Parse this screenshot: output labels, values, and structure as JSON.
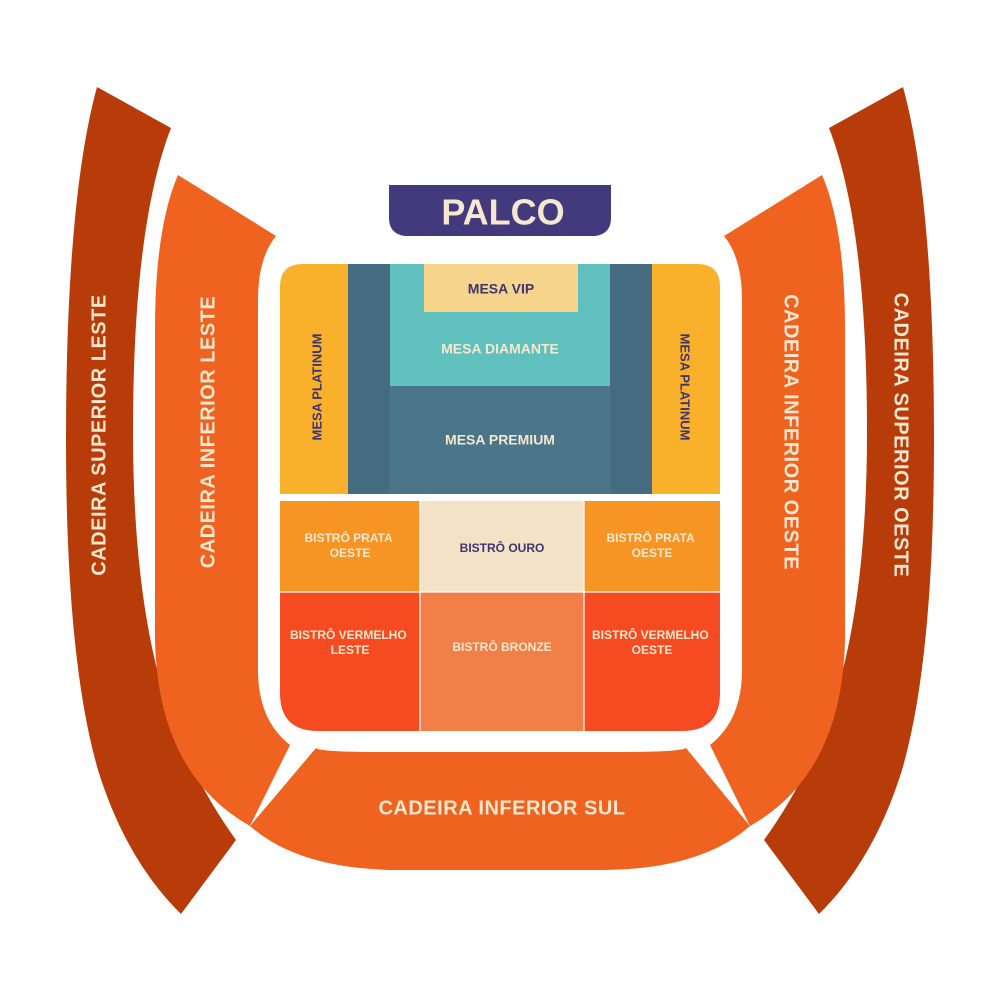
{
  "stage": {
    "label": "PALCO",
    "color": "#433a7e",
    "text_color": "#f6e7cf"
  },
  "sectors": {
    "cadeira_superior_leste": {
      "label": "CADEIRA SUPERIOR LESTE",
      "color": "#b83c0a"
    },
    "cadeira_superior_oeste": {
      "label": "CADEIRA SUPERIOR OESTE",
      "color": "#b83c0a"
    },
    "cadeira_inferior_leste": {
      "label": "CADEIRA INFERIOR LESTE",
      "color": "#f0621f"
    },
    "cadeira_inferior_oeste": {
      "label": "CADEIRA INFERIOR OESTE",
      "color": "#f0621f"
    },
    "cadeira_inferior_sul": {
      "label": "CADEIRA INFERIOR SUL",
      "color": "#f0621f"
    },
    "mesa_vip": {
      "label": "MESA VIP",
      "color": "#f7d48b"
    },
    "mesa_diamante": {
      "label": "MESA DIAMANTE",
      "color": "#5fc0bd"
    },
    "mesa_premium": {
      "label": "MESA PREMIUM",
      "color": "#4b7589"
    },
    "mesa_premium_frame": {
      "color": "#456b80"
    },
    "mesa_platinum_leste": {
      "label": "MESA PLATINUM",
      "color": "#f9b02a"
    },
    "mesa_platinum_oeste": {
      "label": "MESA PLATINUM",
      "color": "#f9b02a"
    },
    "bistro_prata_oeste_left": {
      "label_line1": "BISTRÔ PRATA",
      "label_line2": "OESTE",
      "color": "#f79524"
    },
    "bistro_ouro": {
      "label": "BISTRÔ OURO",
      "color": "#f3e2c8"
    },
    "bistro_prata_oeste_right": {
      "label_line1": "BISTRÔ PRATA",
      "label_line2": "OESTE",
      "color": "#f79524"
    },
    "bistro_vermelho_leste": {
      "label_line1": "BISTRÔ VERMELHO",
      "label_line2": "LESTE",
      "color": "#f64a21"
    },
    "bistro_bronze": {
      "label": "BISTRÔ BRONZE",
      "color": "#f27f48"
    },
    "bistro_vermelho_oeste": {
      "label_line1": "BISTRÔ VERMELHO",
      "label_line2": "OESTE",
      "color": "#f64a21"
    }
  },
  "colors": {
    "light_text": "#f6e7cf",
    "dark_text": "#3e356f"
  }
}
